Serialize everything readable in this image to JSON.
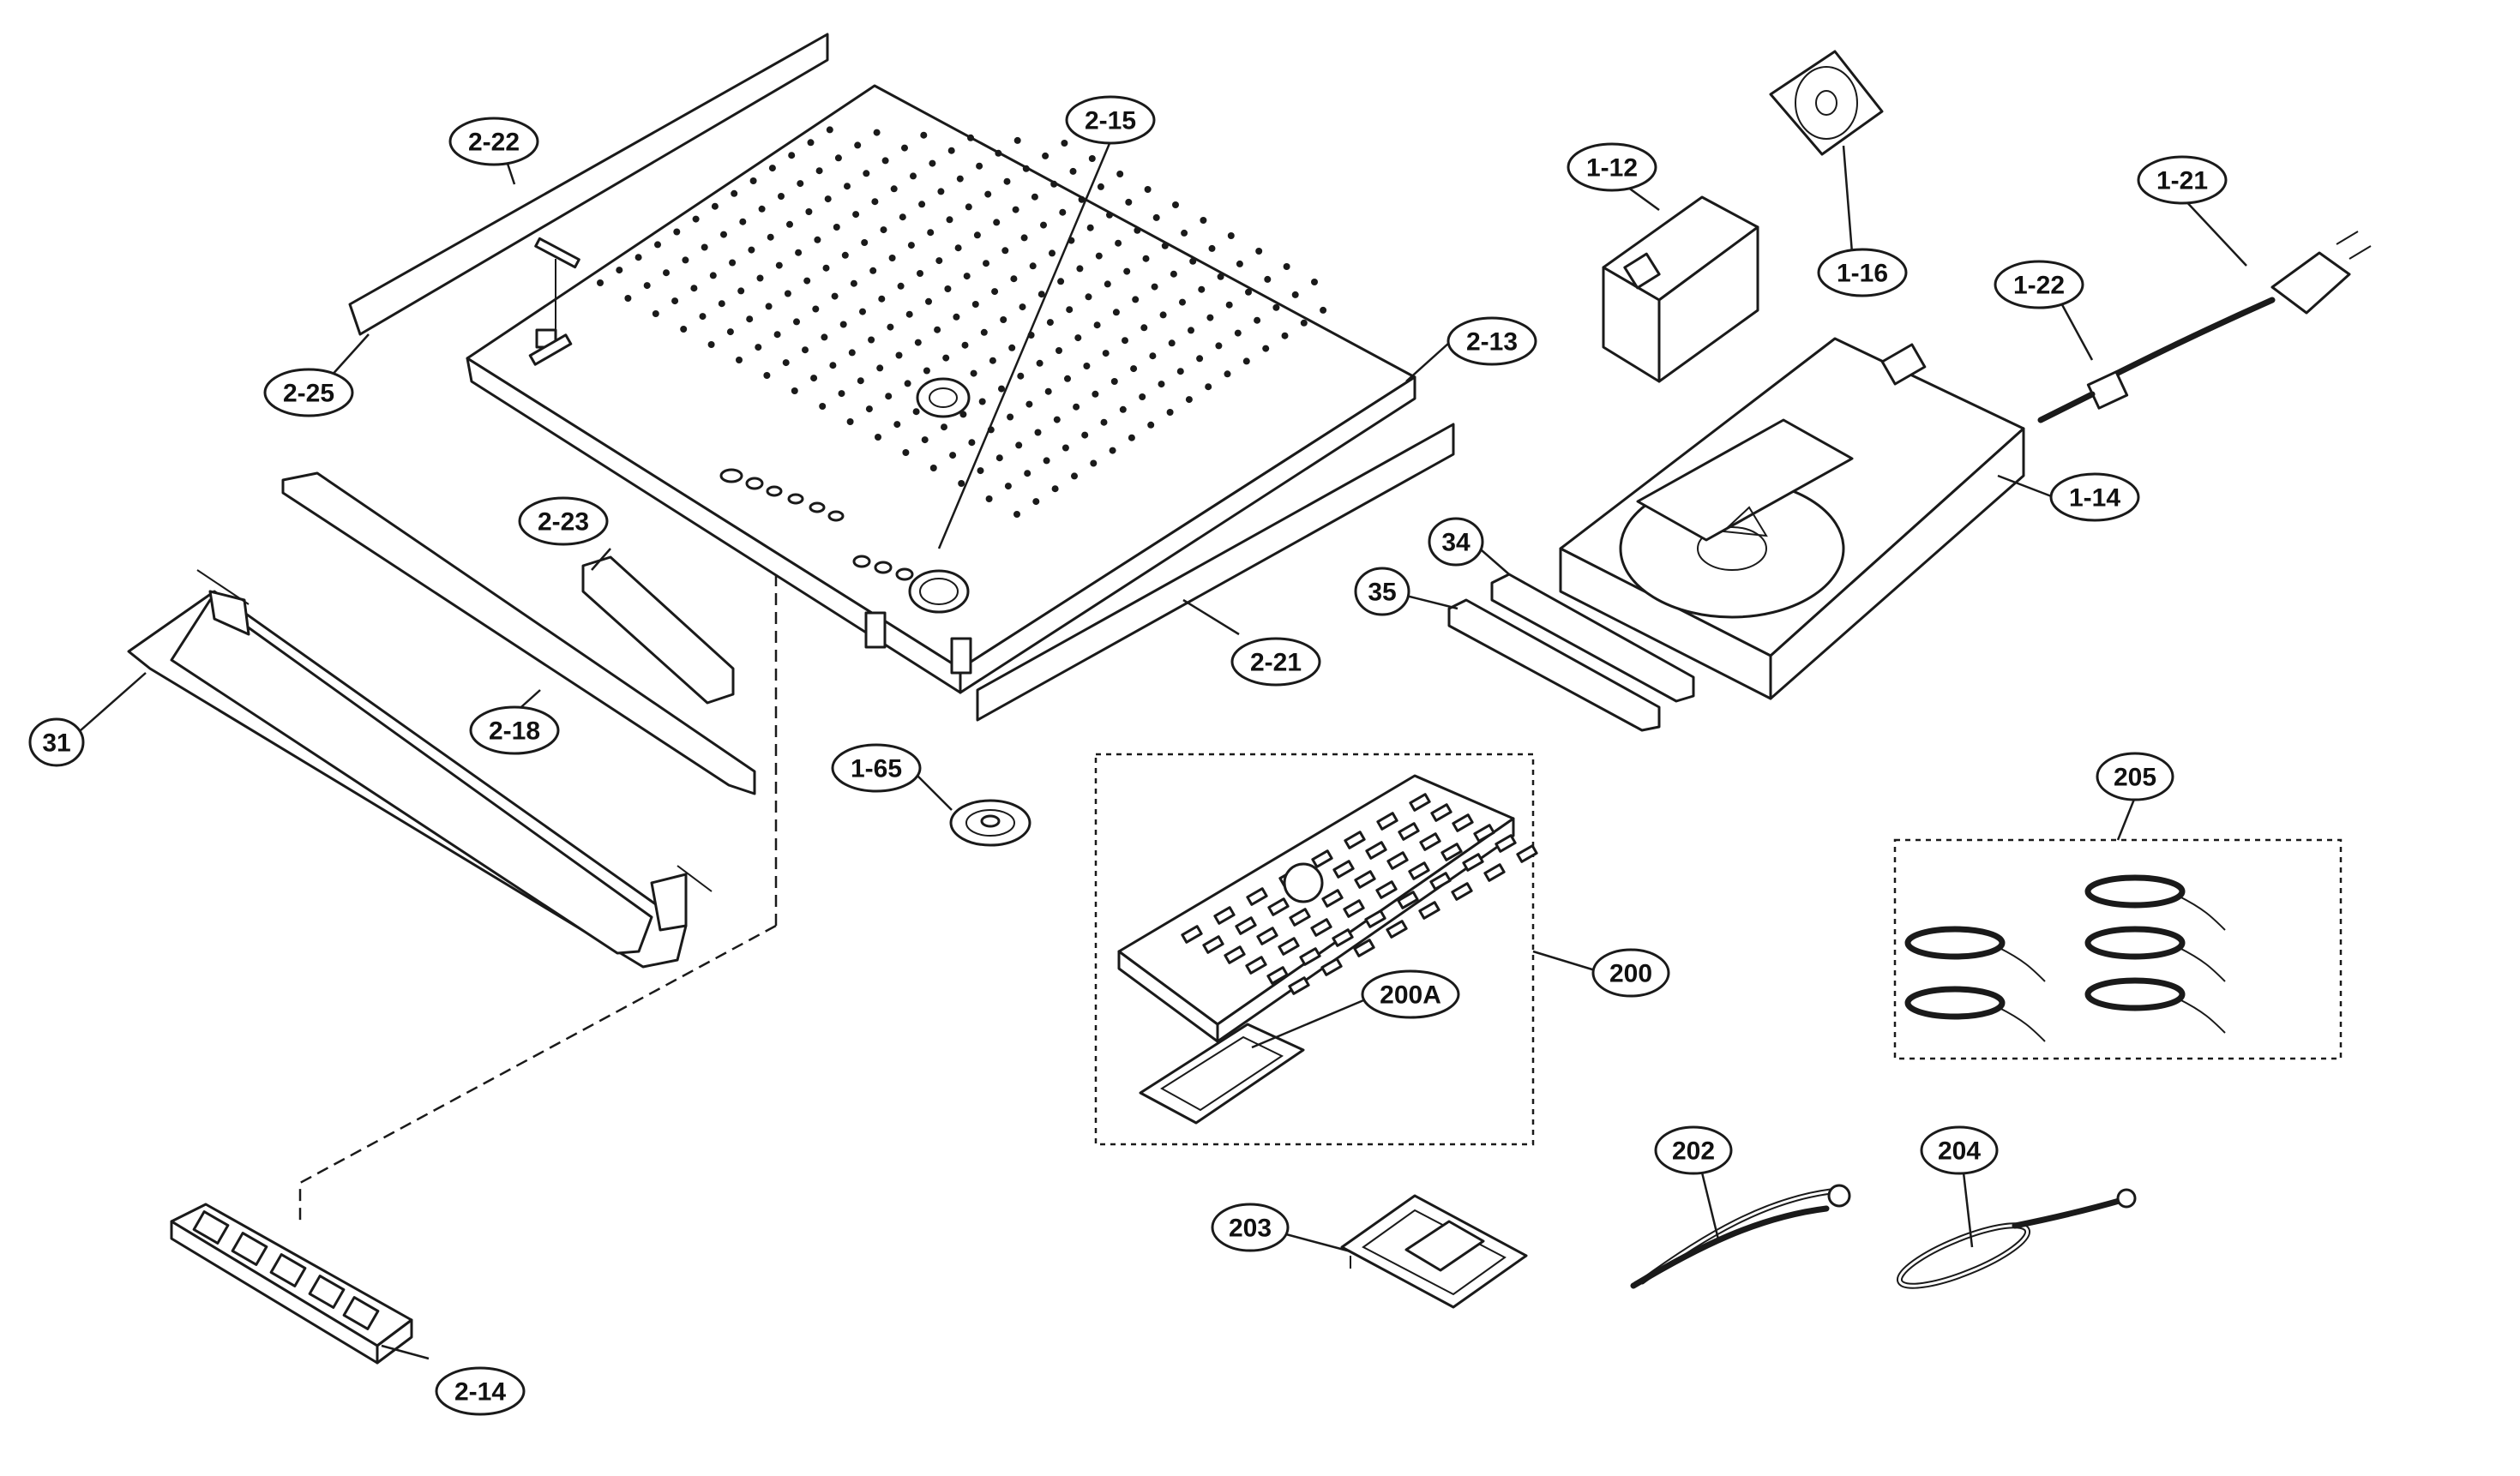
{
  "diagram": {
    "callouts": [
      {
        "id": "c-2-22",
        "label": "2-22"
      },
      {
        "id": "c-2-25",
        "label": "2-25"
      },
      {
        "id": "c-2-15",
        "label": "2-15"
      },
      {
        "id": "c-2-13",
        "label": "2-13"
      },
      {
        "id": "c-2-23",
        "label": "2-23"
      },
      {
        "id": "c-2-18",
        "label": "2-18"
      },
      {
        "id": "c-31",
        "label": "31"
      },
      {
        "id": "c-2-21",
        "label": "2-21"
      },
      {
        "id": "c-1-65",
        "label": "1-65"
      },
      {
        "id": "c-2-14",
        "label": "2-14"
      },
      {
        "id": "c-1-12",
        "label": "1-12"
      },
      {
        "id": "c-1-16",
        "label": "1-16"
      },
      {
        "id": "c-1-21",
        "label": "1-21"
      },
      {
        "id": "c-1-22",
        "label": "1-22"
      },
      {
        "id": "c-1-14",
        "label": "1-14"
      },
      {
        "id": "c-34",
        "label": "34"
      },
      {
        "id": "c-35",
        "label": "35"
      },
      {
        "id": "c-200",
        "label": "200"
      },
      {
        "id": "c-200A",
        "label": "200A"
      },
      {
        "id": "c-205",
        "label": "205"
      },
      {
        "id": "c-202",
        "label": "202"
      },
      {
        "id": "c-203",
        "label": "203"
      },
      {
        "id": "c-204",
        "label": "204"
      }
    ]
  }
}
